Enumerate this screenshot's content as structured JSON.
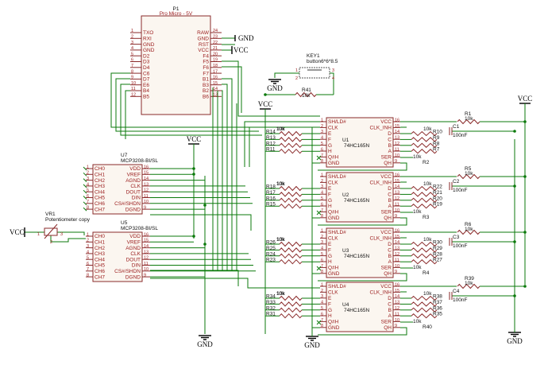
{
  "p1": {
    "ref": "P1",
    "name": "Pro Micro - 5V",
    "left_pins": [
      {
        "num": "1",
        "name": "TXO"
      },
      {
        "num": "2",
        "name": "RXI"
      },
      {
        "num": "3",
        "name": "GND"
      },
      {
        "num": "4",
        "name": "GND"
      },
      {
        "num": "5",
        "name": "D2"
      },
      {
        "num": "6",
        "name": "D3"
      },
      {
        "num": "7",
        "name": "D4"
      },
      {
        "num": "8",
        "name": "C6"
      },
      {
        "num": "9",
        "name": "D7"
      },
      {
        "num": "10",
        "name": "E6"
      },
      {
        "num": "11",
        "name": "B4"
      },
      {
        "num": "12",
        "name": "B5"
      }
    ],
    "right_pins": [
      {
        "num": "24",
        "name": "RAW"
      },
      {
        "num": "23",
        "name": "GND"
      },
      {
        "num": "22",
        "name": "RST"
      },
      {
        "num": "21",
        "name": "VCC"
      },
      {
        "num": "20",
        "name": "F4"
      },
      {
        "num": "19",
        "name": "F5"
      },
      {
        "num": "18",
        "name": "F6"
      },
      {
        "num": "17",
        "name": "F7"
      },
      {
        "num": "16",
        "name": "B1"
      },
      {
        "num": "15",
        "name": "B3"
      },
      {
        "num": "14",
        "name": "B2"
      },
      {
        "num": "13",
        "name": "B6"
      }
    ]
  },
  "adc_chips": [
    {
      "ref": "U7",
      "name": "MCP3208-BI/SL",
      "left_pins": [
        {
          "num": "1",
          "name": "CH0"
        },
        {
          "num": "2",
          "name": "CH1"
        },
        {
          "num": "3",
          "name": "CH2"
        },
        {
          "num": "4",
          "name": "CH3"
        },
        {
          "num": "5",
          "name": "CH4"
        },
        {
          "num": "6",
          "name": "CH5"
        },
        {
          "num": "7",
          "name": "CH6"
        },
        {
          "num": "8",
          "name": "CH7"
        }
      ],
      "right_pins": [
        {
          "num": "16",
          "name": "VDD"
        },
        {
          "num": "15",
          "name": "VREF"
        },
        {
          "num": "14",
          "name": "AGND"
        },
        {
          "num": "13",
          "name": "CLK"
        },
        {
          "num": "12",
          "name": "DOUT"
        },
        {
          "num": "11",
          "name": "DIN"
        },
        {
          "num": "10",
          "name": "CS#/SHDN"
        },
        {
          "num": "9",
          "name": "DGND"
        }
      ]
    },
    {
      "ref": "U5",
      "name": "MCP3208-BI/SL",
      "left_pins": [
        {
          "num": "1",
          "name": "CH0"
        },
        {
          "num": "2",
          "name": "CH1"
        },
        {
          "num": "3",
          "name": "CH2"
        },
        {
          "num": "4",
          "name": "CH3"
        },
        {
          "num": "5",
          "name": "CH4"
        },
        {
          "num": "6",
          "name": "CH5"
        },
        {
          "num": "7",
          "name": "CH6"
        },
        {
          "num": "8",
          "name": "CH7"
        }
      ],
      "right_pins": [
        {
          "num": "16",
          "name": "VDD"
        },
        {
          "num": "15",
          "name": "VREF"
        },
        {
          "num": "14",
          "name": "AGND"
        },
        {
          "num": "13",
          "name": "CLK"
        },
        {
          "num": "12",
          "name": "DOUT"
        },
        {
          "num": "11",
          "name": "DIN"
        },
        {
          "num": "10",
          "name": "CS#/SHDN"
        },
        {
          "num": "9",
          "name": "DGND"
        }
      ]
    }
  ],
  "shift_chips": [
    {
      "ref": "U1",
      "name": "74HC165N"
    },
    {
      "ref": "U2",
      "name": "74HC165N"
    },
    {
      "ref": "U3",
      "name": "74HC165N"
    },
    {
      "ref": "U4",
      "name": "74HC165N"
    }
  ],
  "shift_pins": {
    "left": [
      {
        "num": "1",
        "name": "SH/LD#"
      },
      {
        "num": "2",
        "name": "CLK"
      },
      {
        "num": "3",
        "name": "E"
      },
      {
        "num": "4",
        "name": "F"
      },
      {
        "num": "5",
        "name": "G"
      },
      {
        "num": "6",
        "name": "H"
      },
      {
        "num": "7",
        "name": "Q#H"
      },
      {
        "num": "8",
        "name": "GND"
      }
    ],
    "right": [
      {
        "num": "16",
        "name": "VCC"
      },
      {
        "num": "15",
        "name": "CLK_INH"
      },
      {
        "num": "14",
        "name": "D"
      },
      {
        "num": "13",
        "name": "C"
      },
      {
        "num": "12",
        "name": "B"
      },
      {
        "num": "11",
        "name": "A"
      },
      {
        "num": "10",
        "name": "SER"
      },
      {
        "num": "9",
        "name": "QH"
      }
    ]
  },
  "left_resistors": [
    [
      "R14",
      "R13",
      "R12",
      "R11"
    ],
    [
      "R18",
      "R17",
      "R16",
      "R15"
    ],
    [
      "R26",
      "R25",
      "R24",
      "R23"
    ],
    [
      "R34",
      "R33",
      "R32",
      "R31"
    ]
  ],
  "right_resistors": [
    [
      "R10",
      "R9",
      "R8",
      "R7"
    ],
    [
      "R22",
      "R21",
      "R20",
      "R19"
    ],
    [
      "R30",
      "R29",
      "R28",
      "R27"
    ],
    [
      "R38",
      "R37",
      "R36",
      "R35"
    ]
  ],
  "resistor_value": "10k",
  "network_labels": [
    "R2",
    "R3",
    "R4",
    "R40"
  ],
  "pullups": [
    {
      "ref": "R1",
      "value": "10k"
    },
    {
      "ref": "R5",
      "value": "10k"
    },
    {
      "ref": "R6",
      "value": "10k"
    },
    {
      "ref": "R39",
      "value": "10k"
    }
  ],
  "caps": [
    {
      "ref": "C1",
      "value": "100nF"
    },
    {
      "ref": "C2",
      "value": "100nF"
    },
    {
      "ref": "C3",
      "value": "100nF"
    },
    {
      "ref": "C4",
      "value": "100nF"
    }
  ],
  "key": {
    "ref": "KEY1",
    "name": "button6*6*8.5",
    "pin1": "1",
    "pin2": "2",
    "pin3": "3",
    "pin4": "4"
  },
  "r41": {
    "ref": "R41",
    "value": "10k"
  },
  "vr1": {
    "ref": "VR1",
    "name": "Potentiometer copy",
    "pin1": "1",
    "pin2": "2",
    "pin3": "3"
  },
  "power": {
    "vcc": "VCC",
    "gnd": "GND"
  }
}
